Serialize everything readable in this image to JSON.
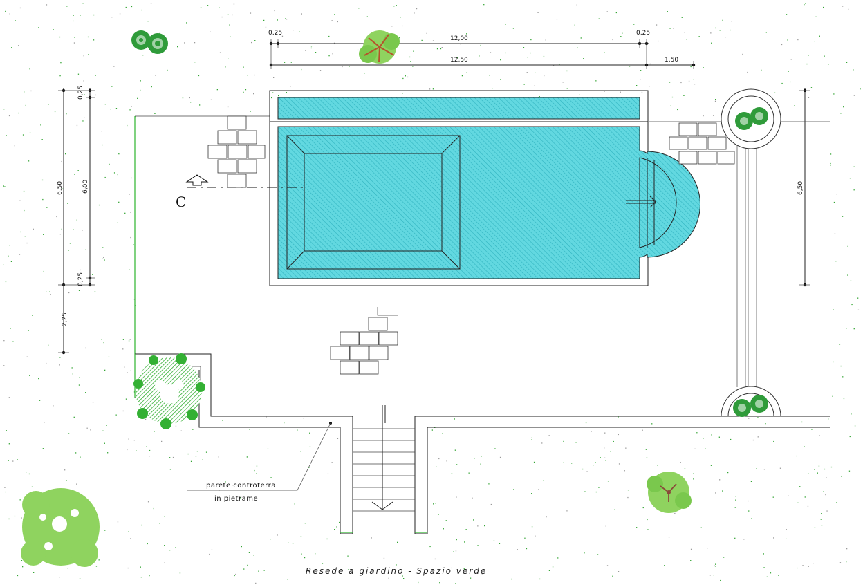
{
  "dimensions": {
    "top_left_margin": "0,25",
    "pool_length": "12,00",
    "top_right_margin": "0,25",
    "pool_overall_length": "12,50",
    "right_extension": "1,50",
    "left_top_margin": "0,25",
    "left_overall_width": "6,50",
    "pool_width": "6,00",
    "left_bottom_margin": "0,25",
    "left_lower_gap": "2,25",
    "right_overall_width": "6,50"
  },
  "section_marker": "C",
  "wall_label_line1": "parete controterra",
  "wall_label_line2": "in pietrame",
  "caption": "Resede a giardino - Spazio verde",
  "colors": {
    "pool_water": "#62d8e0",
    "pool_hatch": "#2fb3c0",
    "tree_light": "#8fd35f",
    "tree_dark": "#2e8b2e",
    "shrub_green": "#53c24a",
    "grass_dots": "#34a534"
  }
}
